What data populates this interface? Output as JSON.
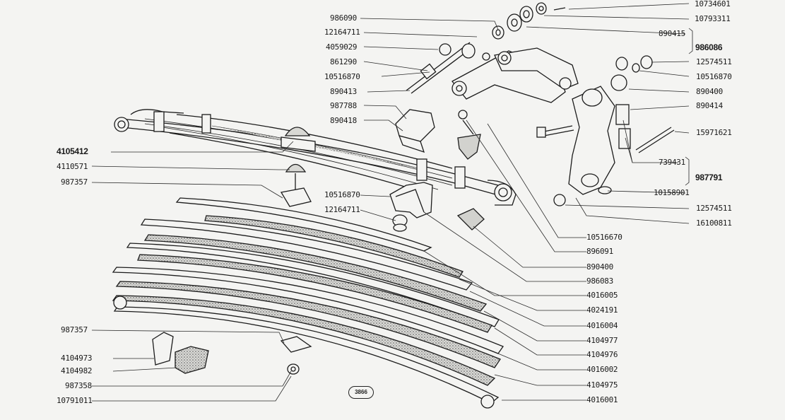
{
  "page_number": "3866",
  "labels_left": [
    {
      "id": "986090",
      "text": "986090"
    },
    {
      "id": "12164711a",
      "text": "12164711"
    },
    {
      "id": "4059029",
      "text": "4059029"
    },
    {
      "id": "861290",
      "text": "861290"
    },
    {
      "id": "10516870a",
      "text": "10516870"
    },
    {
      "id": "890413",
      "text": "890413"
    },
    {
      "id": "987788",
      "text": "987788"
    },
    {
      "id": "890418",
      "text": "890418"
    },
    {
      "id": "4105412",
      "text": "4105412"
    },
    {
      "id": "4110571",
      "text": "4110571"
    },
    {
      "id": "987357a",
      "text": "987357"
    },
    {
      "id": "10516870b",
      "text": "10516870"
    },
    {
      "id": "12164711b",
      "text": "12164711"
    },
    {
      "id": "987357b",
      "text": "987357"
    },
    {
      "id": "4104973",
      "text": "4104973"
    },
    {
      "id": "4104982",
      "text": "4104982"
    },
    {
      "id": "987358",
      "text": "987358"
    },
    {
      "id": "10791011",
      "text": "10791011"
    }
  ],
  "labels_right": [
    {
      "id": "10734601",
      "text": "10734601"
    },
    {
      "id": "10793311",
      "text": "10793311"
    },
    {
      "id": "890415",
      "text": "890415"
    },
    {
      "id": "986086",
      "text": "986086"
    },
    {
      "id": "12574511a",
      "text": "12574511"
    },
    {
      "id": "10516870c",
      "text": "10516870"
    },
    {
      "id": "890400a",
      "text": "890400"
    },
    {
      "id": "890414",
      "text": "890414"
    },
    {
      "id": "15971621",
      "text": "15971621"
    },
    {
      "id": "739431",
      "text": "739431"
    },
    {
      "id": "987791",
      "text": "987791"
    },
    {
      "id": "10158901",
      "text": "10158901"
    },
    {
      "id": "12574511b",
      "text": "12574511"
    },
    {
      "id": "16100811",
      "text": "16100811"
    },
    {
      "id": "10516670",
      "text": "10516670"
    },
    {
      "id": "896091",
      "text": "896091"
    },
    {
      "id": "890400b",
      "text": "890400"
    },
    {
      "id": "986083",
      "text": "986083"
    },
    {
      "id": "4016005",
      "text": "4016005"
    },
    {
      "id": "4024191",
      "text": "4024191"
    },
    {
      "id": "4016004",
      "text": "4016004"
    },
    {
      "id": "4104977",
      "text": "4104977"
    },
    {
      "id": "4104976",
      "text": "4104976"
    },
    {
      "id": "4016002",
      "text": "4016002"
    },
    {
      "id": "4104975",
      "text": "4104975"
    },
    {
      "id": "4016001",
      "text": "4016001"
    }
  ]
}
